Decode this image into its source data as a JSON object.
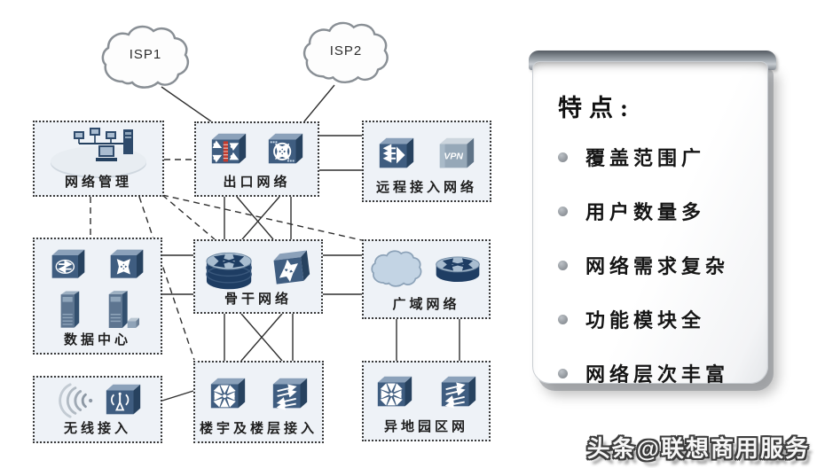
{
  "diagram": {
    "isp1": "ISP1",
    "isp2": "ISP2",
    "nodes": {
      "network_mgmt": {
        "label": "网络管理"
      },
      "exit_network": {
        "label": "出口网络"
      },
      "remote_access": {
        "label": "远程接入网络",
        "vpn_label": "VPN"
      },
      "data_center": {
        "label": "数据中心"
      },
      "backbone": {
        "label": "骨干网络"
      },
      "wan": {
        "label": "广域网络"
      },
      "wireless": {
        "label": "无线接入"
      },
      "building_access": {
        "label": "楼宇及楼层接入"
      },
      "remote_campus": {
        "label": "异地园区网"
      }
    }
  },
  "panel": {
    "title": "特点:",
    "items": [
      "覆盖范围广",
      "用户数量多",
      "网络需求复杂",
      "功能模块全",
      "网络层次丰富"
    ]
  },
  "watermark": "头条@联想商用服务",
  "colors": {
    "device_navy": "#3f5d80",
    "firewall_red": "#c23b2e",
    "cloud_blue": "#c3d4e4"
  }
}
